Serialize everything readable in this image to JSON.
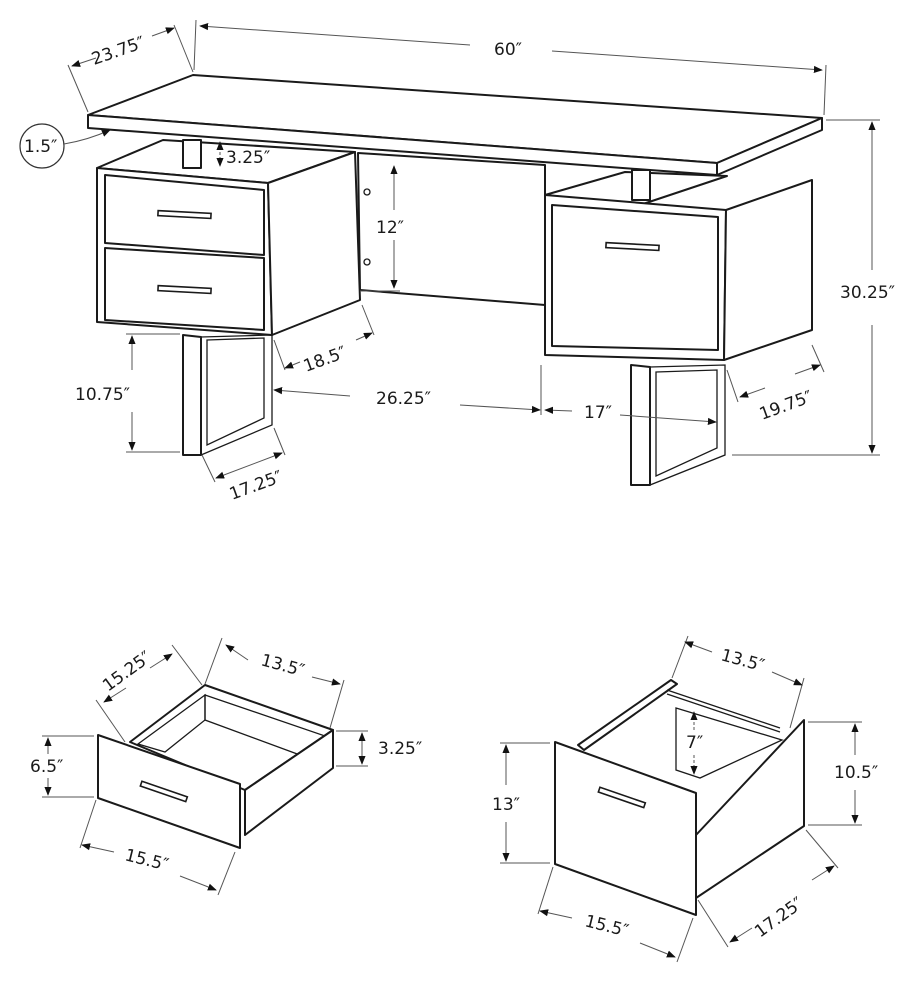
{
  "diagram": {
    "subject": "Desk with dimensions",
    "units": "inches",
    "desk": {
      "width": "60″",
      "depth": "23.75″",
      "top_thickness": "1.5″",
      "top_gap": "3.25″",
      "modesty_panel_height": "12″",
      "overall_height": "30.25″",
      "left_cabinet_depth": "18.5″",
      "leg_height": "10.75″",
      "knee_space_width": "26.25″",
      "right_cabinet_width": "17″",
      "right_cabinet_depth": "19.75″",
      "leg_depth": "17.25″"
    },
    "small_drawer": {
      "depth": "15.25″",
      "inner_width": "13.5″",
      "side_height": "3.25″",
      "front_height": "6.5″",
      "front_width": "15.5″"
    },
    "file_drawer": {
      "inner_width": "13.5″",
      "rail_height": "7″",
      "side_height": "10.5″",
      "front_height": "13″",
      "front_width": "15.5″",
      "depth": "17.25″"
    }
  }
}
